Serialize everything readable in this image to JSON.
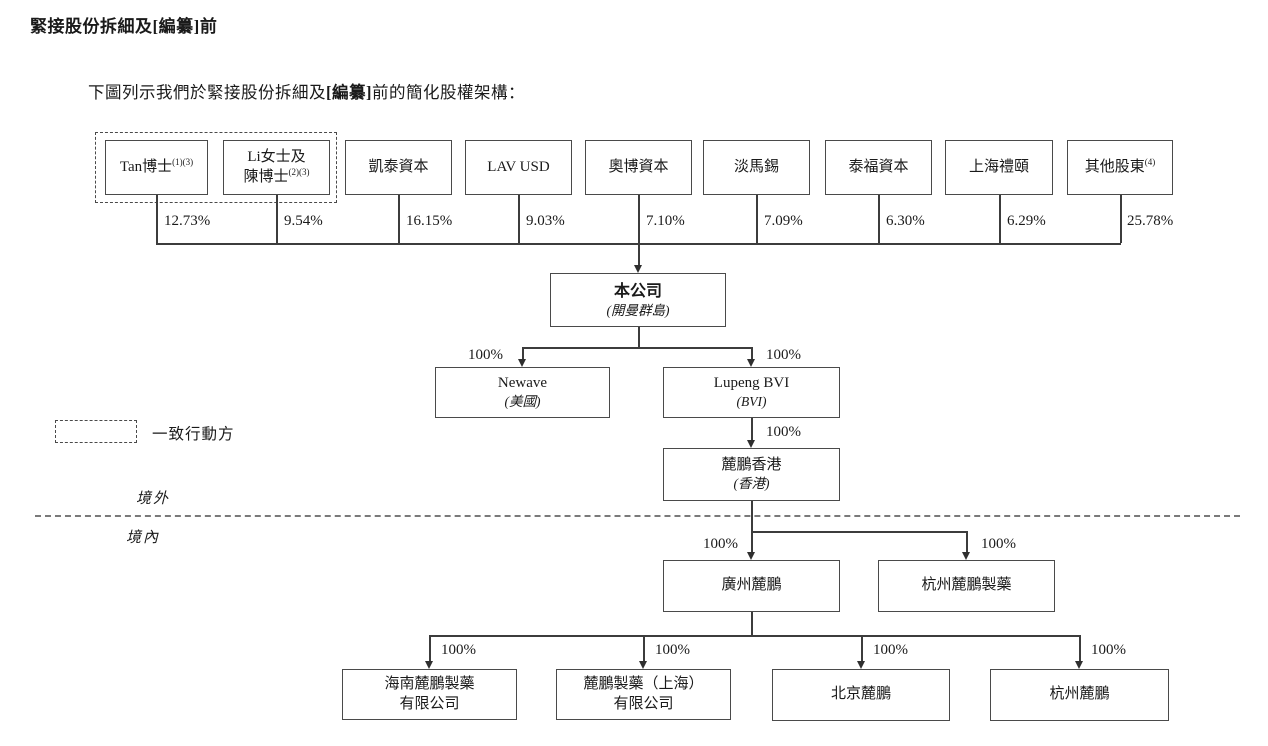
{
  "header": {
    "title": "緊接股份拆細及[編纂]前",
    "subtitle_pre": "下圖列示我們於緊接股份拆細及",
    "subtitle_bold": "[編纂]",
    "subtitle_post": "前的簡化股權架構："
  },
  "legend": {
    "label": "一致行動方"
  },
  "regions": {
    "offshore": "境外",
    "onshore": "境內"
  },
  "shareholders": [
    {
      "line1": "Tan博士",
      "sup1": "(1)(3)",
      "pct": "12.73%"
    },
    {
      "line1": "Li女士及",
      "line2": "陳博士",
      "sup2": "(2)(3)",
      "pct": "9.54%"
    },
    {
      "line1": "凱泰資本",
      "pct": "16.15%"
    },
    {
      "line1": "LAV USD",
      "pct": "9.03%"
    },
    {
      "line1": "奧博資本",
      "pct": "7.10%"
    },
    {
      "line1": "淡馬錫",
      "pct": "7.09%"
    },
    {
      "line1": "泰福資本",
      "pct": "6.30%"
    },
    {
      "line1": "上海禮頤",
      "pct": "6.29%"
    },
    {
      "line1": "其他股東",
      "sup1": "(4)",
      "pct": "25.78%"
    }
  ],
  "company": {
    "name": "本公司",
    "jurisdiction": "(開曼群島)"
  },
  "newave": {
    "name": "Newave",
    "jurisdiction": "(美國)",
    "pct": "100%"
  },
  "lupeng_bvi": {
    "name": "Lupeng BVI",
    "jurisdiction": "(BVI)",
    "pct": "100%"
  },
  "lupeng_hk": {
    "name": "麓鵬香港",
    "jurisdiction": "(香港)",
    "pct": "100%"
  },
  "guangzhou": {
    "name": "廣州麓鵬",
    "pct": "100%"
  },
  "hangzhou_pharma": {
    "name": "杭州麓鵬製藥",
    "pct": "100%"
  },
  "bottom_subsidiaries": [
    {
      "line1": "海南麓鵬製藥",
      "line2": "有限公司",
      "pct": "100%"
    },
    {
      "line1": "麓鵬製藥（上海）",
      "line2": "有限公司",
      "pct": "100%"
    },
    {
      "line1": "北京麓鵬",
      "pct": "100%"
    },
    {
      "line1": "杭州麓鵬",
      "pct": "100%"
    }
  ],
  "colors": {
    "ink": "#1a1a1a",
    "line": "#3c3c3c"
  }
}
